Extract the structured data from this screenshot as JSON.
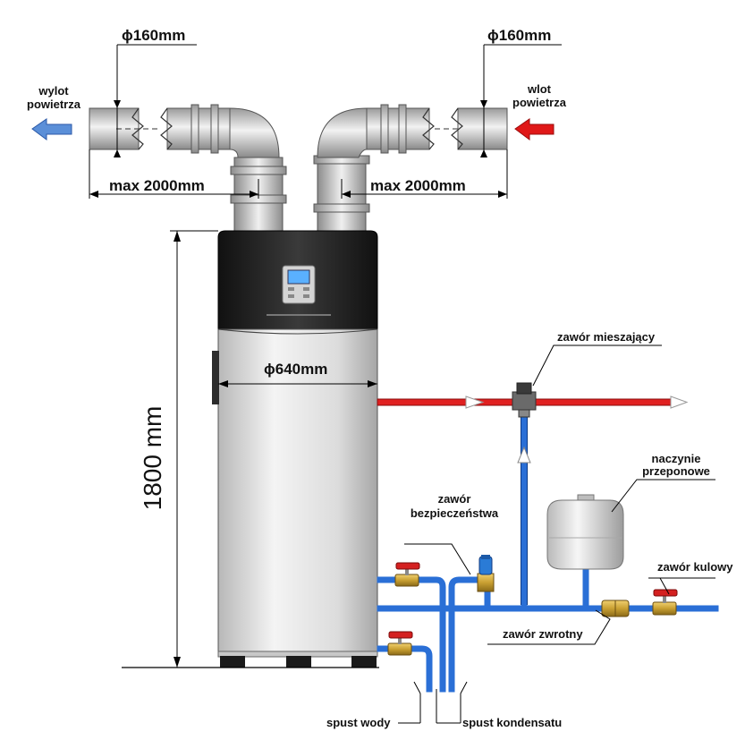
{
  "dimensions": {
    "duct_diameter_left": "ϕ160mm",
    "duct_diameter_right": "ϕ160mm",
    "max_length_left": "max 2000mm",
    "max_length_right": "max 2000mm",
    "tank_diameter": "ϕ640mm",
    "height": "1800 mm"
  },
  "labels": {
    "air_outlet_line1": "wylot",
    "air_outlet_line2": "powietrza",
    "air_inlet_line1": "wlot",
    "air_inlet_line2": "powietrza",
    "mixing_valve": "zawór mieszający",
    "expansion_vessel_line1": "naczynie",
    "expansion_vessel_line2": "przeponowe",
    "safety_valve_line1": "zawór",
    "safety_valve_line2": "bezpieczeństwa",
    "ball_valve": "zawór kulowy",
    "check_valve": "zawór zwrotny",
    "water_drain": "spust wody",
    "condensate_drain": "spust kondensatu"
  },
  "colors": {
    "hot_pipe": "#e02020",
    "cold_pipe": "#2a6fd6",
    "outlet_arrow": "#5b8fd8",
    "inlet_arrow": "#e01818",
    "unit_top": "#1e1e1e",
    "tank_body": "#e6e6e6",
    "valve_handle": "#d42020",
    "brass": "#c9a032"
  }
}
